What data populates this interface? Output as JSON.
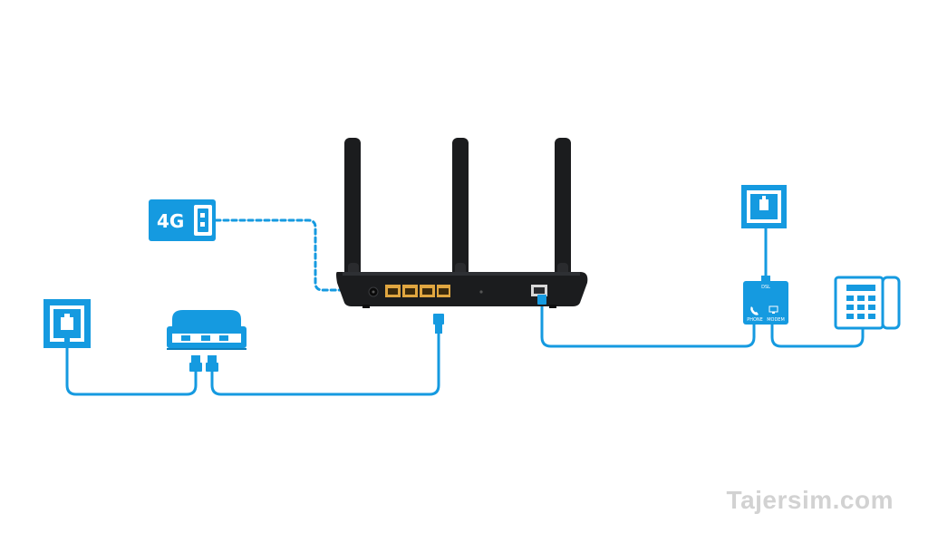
{
  "modem_badge": {
    "label": "4G"
  },
  "splitter": {
    "top_label": "DSL",
    "left_label": "PHONE",
    "right_label": "MODEM"
  },
  "watermark": {
    "text": "Tajersim.com"
  },
  "colors": {
    "accent": "#159ae0",
    "router": "#1b1c1e",
    "ports": "#e0a640",
    "watermark": "#d2d2d2"
  },
  "icons": [
    "usb-modem-icon",
    "wall-socket-icon",
    "telephone-icon",
    "ethernet-plug-icon"
  ]
}
